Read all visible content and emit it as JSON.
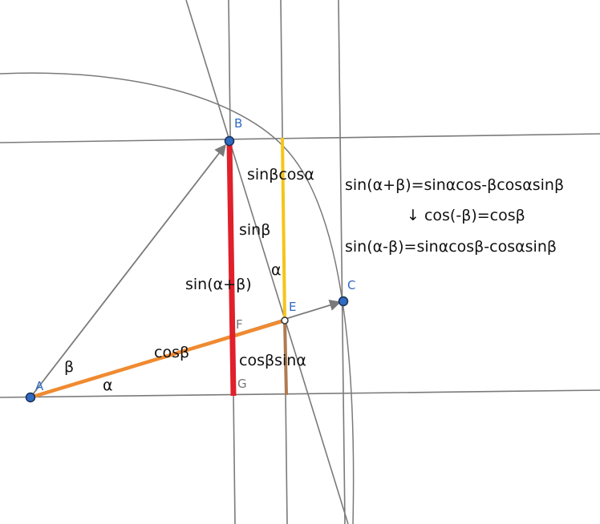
{
  "points": {
    "A": "A",
    "B": "B",
    "C": "C",
    "E": "E",
    "F": "F",
    "G": "G"
  },
  "angles": {
    "beta": "β",
    "alpha": "α",
    "alpha_at_e": "α"
  },
  "segment_labels": {
    "sin_beta_cos_alpha": "sinβcosα",
    "sin_beta": "sinβ",
    "sin_alpha_plus_beta": "sin(α+β)",
    "cos_beta": "cosβ",
    "cos_beta_sin_alpha": "cosβsinα"
  },
  "formulas": {
    "line1": "sin(α+β)=sinαcos-βcosαsinβ",
    "line2": "↓ cos(-β)=cosβ",
    "line3": "sin(α-β)=sinαcosβ-cosαsinβ"
  },
  "colors": {
    "construction": "#7a7a7a",
    "red": "#e0202a",
    "orange": "#f08a30",
    "yellow": "#f5c518",
    "brown": "#b07a50",
    "point_fill": "#2f6bc0",
    "point_stroke": "#1a2f55"
  }
}
